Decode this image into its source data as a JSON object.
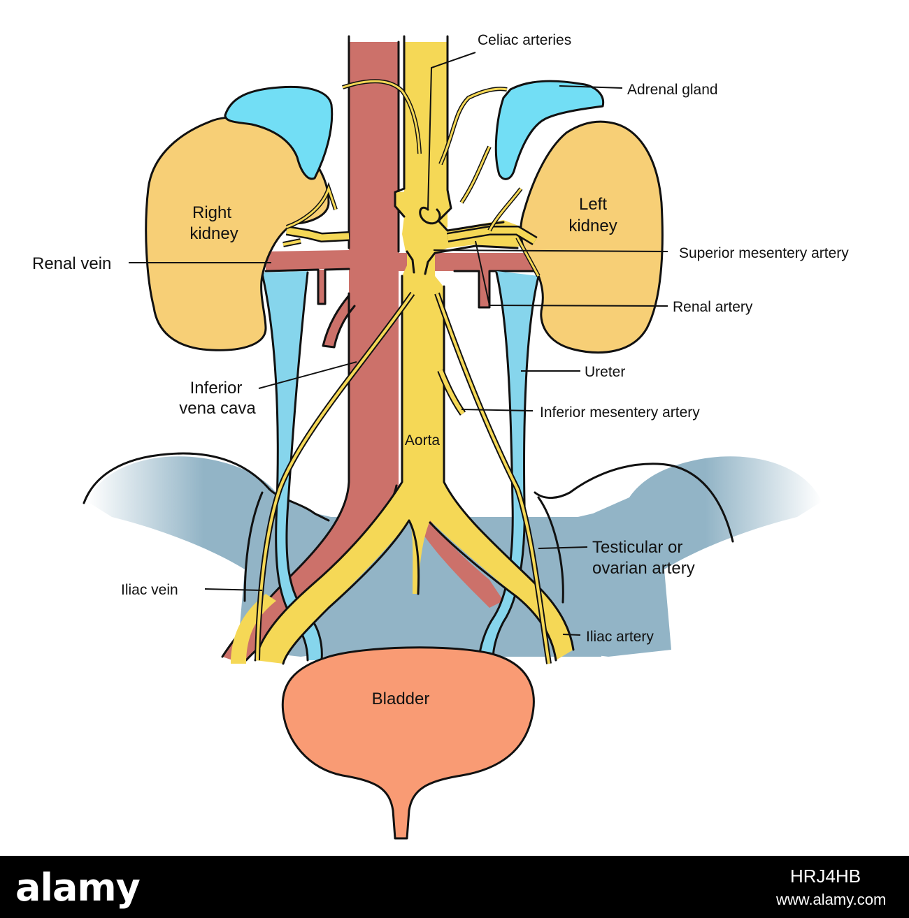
{
  "labels": {
    "celiac": "Celiac arteries",
    "adrenal": "Adrenal gland",
    "right_kidney_1": "Right",
    "right_kidney_2": "kidney",
    "left_kidney_1": "Left",
    "left_kidney_2": "kidney",
    "renal_vein": "Renal vein",
    "sup_mesenteric": "Superior mesentery artery",
    "renal_artery": "Renal artery",
    "ivc_1": "Inferior",
    "ivc_2": "vena cava",
    "ureter": "Ureter",
    "inf_mesenteric": "Inferior mesentery artery",
    "aorta": "Aorta",
    "testicular_1": "Testicular or",
    "testicular_2": "ovarian artery",
    "iliac_vein": "Iliac vein",
    "iliac_artery": "Iliac artery",
    "bladder": "Bladder"
  },
  "colors": {
    "vein": "#cc716a",
    "artery": "#f5d856",
    "kidney": "#f7cf76",
    "adrenal": "#72def5",
    "ureter": "#86d5ec",
    "pelvis": "#92b4c6",
    "bladder": "#f99b74",
    "outline": "#111111"
  },
  "footer": {
    "brand": "alamy",
    "image_id": "HRJ4HB",
    "site": "www.alamy.com"
  }
}
